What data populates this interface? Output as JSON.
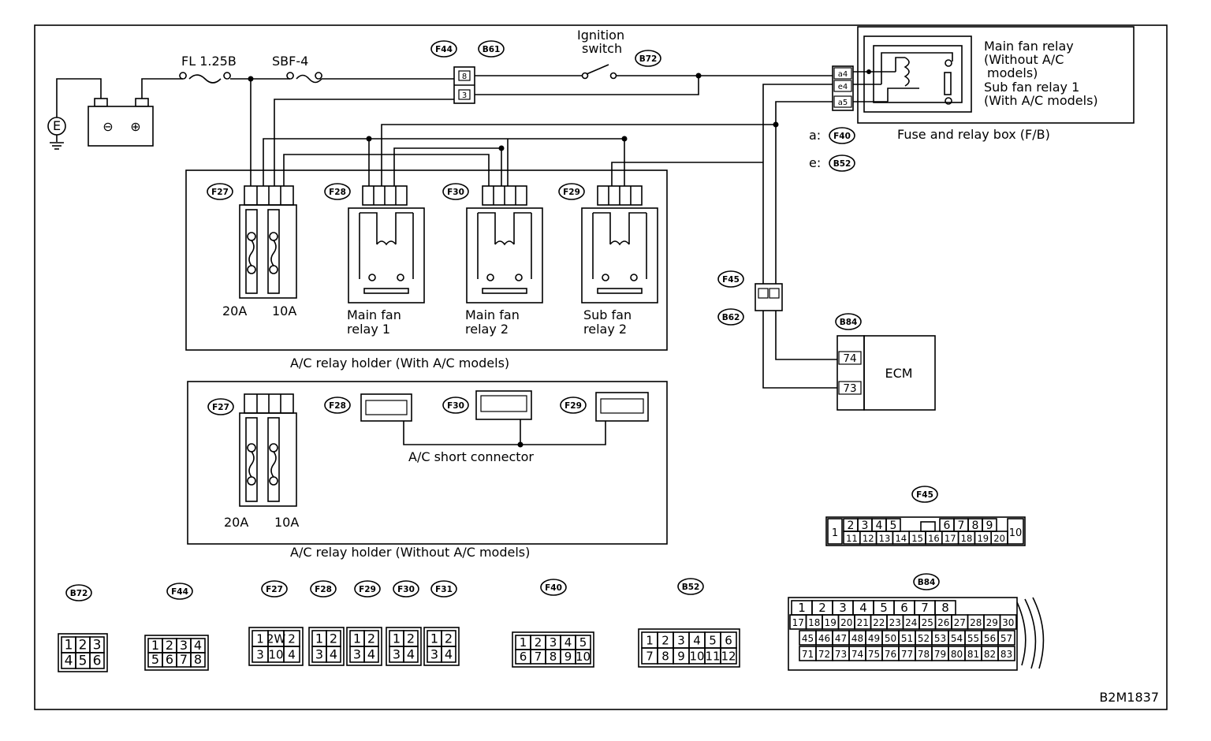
{
  "figure_id": "B2M1837",
  "ground": "E",
  "battery": {
    "neg": "⊖",
    "pos": "⊕"
  },
  "fusible_links": {
    "fl": "FL 1.25B",
    "sbf": "SBF-4"
  },
  "switch": {
    "line1": "Ignition",
    "line2": "switch"
  },
  "fuse_box": {
    "line1": "Main fan relay",
    "line2": "(Without A/C",
    "line3": "models)",
    "line4": "Sub fan relay 1",
    "line5": "(With A/C models)",
    "name": "Fuse and relay box (F/B)",
    "pins": [
      "a4",
      "e4",
      "a5"
    ]
  },
  "legend": {
    "a_prefix": "a:",
    "a_conn": "F40",
    "e_prefix": "e:",
    "e_conn": "B52"
  },
  "ecm": {
    "name": "ECM",
    "conn": "B84",
    "pin_top": "74",
    "pin_bottom": "73"
  },
  "connectors": {
    "f44": "F44",
    "b61": "B61",
    "b72": "B72",
    "f45": "F45",
    "b62": "B62",
    "f27": "F27",
    "f28": "F28",
    "f29": "F29",
    "f30": "F30",
    "f31": "F31",
    "f40": "F40",
    "b52": "B52",
    "b84": "B84"
  },
  "wire_pins": {
    "f44_top": "8",
    "f44_bottom": "3"
  },
  "holder_ac": {
    "title": "A/C relay holder (With A/C models)",
    "fuse1": "20A",
    "fuse2": "10A",
    "relay1": [
      "Main fan",
      "relay 1"
    ],
    "relay2": [
      "Main fan",
      "relay 2"
    ],
    "relay3": [
      "Sub fan",
      "relay 2"
    ]
  },
  "holder_noac": {
    "title": "A/C relay holder (Without A/C models)",
    "fuse1": "20A",
    "fuse2": "10A",
    "short_connector": "A/C short connector"
  },
  "pinouts": {
    "b72": {
      "row1": [
        "1",
        "2",
        "3"
      ],
      "row2": [
        "4",
        "5",
        "6"
      ]
    },
    "f44": {
      "row1": [
        "1",
        "2",
        "3",
        "4"
      ],
      "row2": [
        "5",
        "6",
        "7",
        "8"
      ]
    },
    "f27": {
      "row1": [
        "1",
        "2W",
        "2"
      ],
      "row2": [
        "3",
        "10",
        "4"
      ]
    },
    "relay": {
      "row1": [
        "1",
        "2"
      ],
      "row2": [
        "3",
        "4"
      ]
    },
    "f40": {
      "row1": [
        "1",
        "2",
        "3",
        "4",
        "5"
      ],
      "row2": [
        "6",
        "7",
        "8",
        "9",
        "10"
      ]
    },
    "b52": {
      "row1": [
        "1",
        "2",
        "3",
        "4",
        "5",
        "6"
      ],
      "row2": [
        "7",
        "8",
        "9",
        "10",
        "11",
        "12"
      ]
    },
    "f45": {
      "left": "1",
      "right": "10",
      "top": [
        "2",
        "3",
        "4",
        "5",
        "6",
        "7",
        "8",
        "9"
      ],
      "bottom": [
        "11",
        "12",
        "13",
        "14",
        "15",
        "16",
        "17",
        "18",
        "19",
        "20"
      ]
    },
    "b84": {
      "row1": [
        "1",
        "2",
        "3",
        "4",
        "5",
        "6",
        "7",
        "8"
      ],
      "row2": [
        "17",
        "18",
        "19",
        "20",
        "21",
        "22",
        "23",
        "24",
        "25",
        "26",
        "27",
        "28",
        "29",
        "30"
      ],
      "row3": [
        "45",
        "46",
        "47",
        "48",
        "49",
        "50",
        "51",
        "52",
        "53",
        "54",
        "55",
        "56",
        "57"
      ],
      "row4": [
        "71",
        "72",
        "73",
        "74",
        "75",
        "76",
        "77",
        "78",
        "79",
        "80",
        "81",
        "82",
        "83"
      ]
    }
  }
}
